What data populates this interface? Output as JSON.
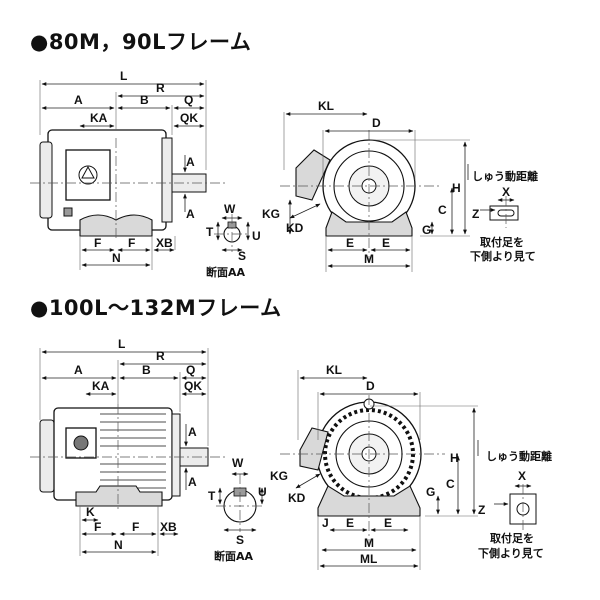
{
  "frames": [
    {
      "title": "●80M，90Lフレーム",
      "side_labels": {
        "L": "L",
        "R": "R",
        "A": "A",
        "B": "B",
        "Q": "Q",
        "KA": "KA",
        "QK": "QK",
        "A_upper": "A",
        "A_lower": "A",
        "F1": "F",
        "F2": "F",
        "XB": "XB",
        "N": "N"
      },
      "section_labels": {
        "W": "W",
        "T": "T",
        "U": "U",
        "S": "S",
        "caption": "断面AA"
      },
      "front_labels": {
        "KL": "KL",
        "D": "D",
        "H": "H",
        "C": "C",
        "KG": "KG",
        "KD": "KD",
        "G": "G",
        "E1": "E",
        "E2": "E",
        "M": "M"
      },
      "foot_labels": {
        "lift": "しゅう動距離",
        "X": "X",
        "Z": "Z",
        "note_line1": "取付足を",
        "note_line2": "下側より見て"
      }
    },
    {
      "title": "●100L～132Mフレーム",
      "side_labels": {
        "L": "L",
        "R": "R",
        "A": "A",
        "B": "B",
        "Q": "Q",
        "KA": "KA",
        "QK": "QK",
        "A_upper": "A",
        "A_lower": "A",
        "K": "K",
        "F1": "F",
        "F2": "F",
        "XB": "XB",
        "N": "N"
      },
      "section_labels": {
        "W": "W",
        "T": "T",
        "U": "U",
        "S": "S",
        "KG": "KG",
        "caption": "断面AA"
      },
      "front_labels": {
        "KL": "KL",
        "D": "D",
        "H": "H",
        "C": "C",
        "KD": "KD",
        "G": "G",
        "J": "J",
        "E1": "E",
        "E2": "E",
        "M": "M",
        "ML": "ML"
      },
      "foot_labels": {
        "lift": "しゅう動距離",
        "X": "X",
        "Z": "Z",
        "note_line1": "取付足を",
        "note_line2": "下側より見て"
      }
    }
  ]
}
